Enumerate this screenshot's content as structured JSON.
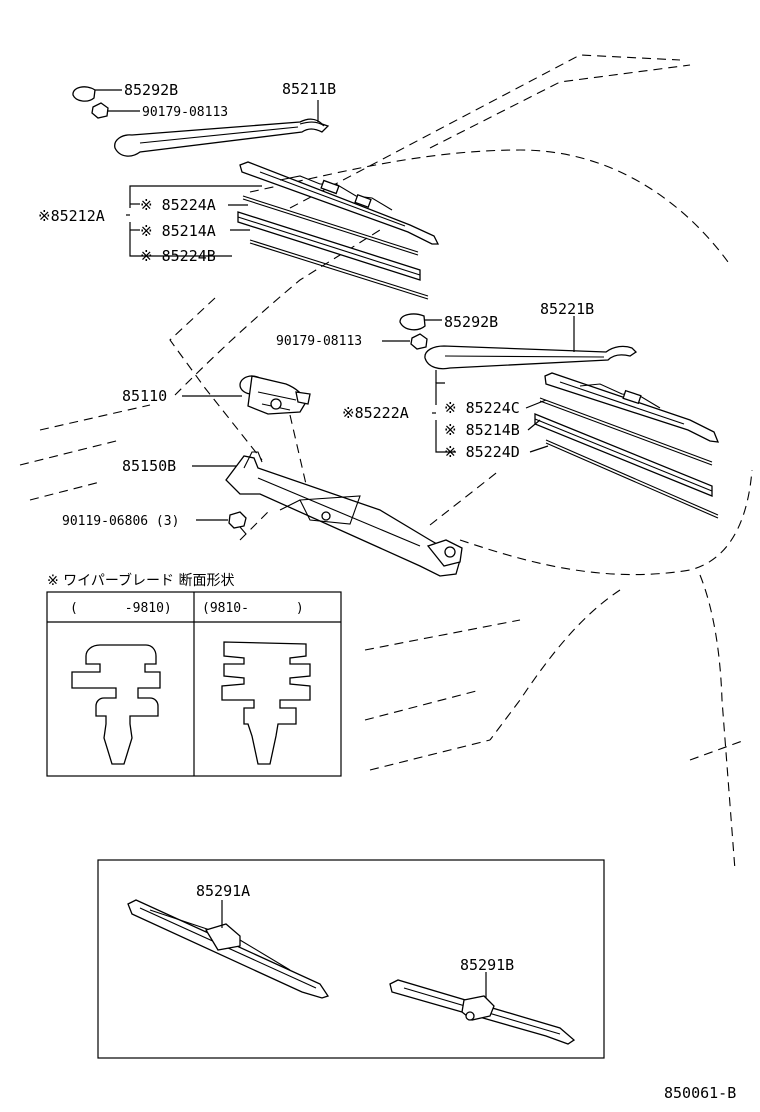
{
  "diagram": {
    "labels": {
      "p85292B_top": "85292B",
      "p90179_top": "90179-08113",
      "p85211B": "85211B",
      "p85212A": "※85212A",
      "p85224A": "※ 85224A",
      "p85214A": "※ 85214A",
      "p85224B": "※ 85224B",
      "p85292B_right": "85292B",
      "p85221B": "85221B",
      "p90179_right": "90179-08113",
      "p85110": "85110",
      "p85222A": "※85222A",
      "p85224C": "※ 85224C",
      "p85214B": "※ 85214B",
      "p85224D": "※ 85224D",
      "p85150B": "85150B",
      "p90119": "90119-06806 (3)",
      "p85291A": "85291A",
      "p85291B": "85291B",
      "figure_code": "850061-B"
    },
    "section_table": {
      "title": "※ ワイパーブレード 断面形状",
      "col_left": "(      -9810)",
      "col_right": "(9810-      )"
    }
  }
}
